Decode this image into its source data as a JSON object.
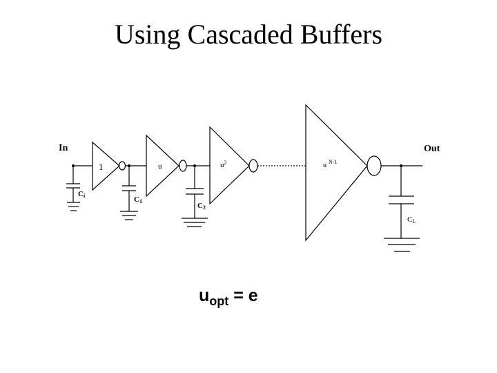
{
  "title": "Using Cascaded Buffers",
  "labels": {
    "in": "In",
    "out": "Out",
    "stage1_gain": "1",
    "stage2_gain": "u",
    "stage3_gain_base": "u",
    "stage3_gain_exp": "2",
    "stage4_gain_base": "u",
    "stage4_gain_exp": "N-1",
    "cap_in_base": "C",
    "cap_in_sub": "i",
    "cap1_base": "C",
    "cap1_sub": "1",
    "cap2_base": "C",
    "cap2_sub": "2",
    "capL_base": "C",
    "capL_sub": "L"
  },
  "formula": {
    "var": "u",
    "sub": "opt",
    "rest": " = e"
  }
}
